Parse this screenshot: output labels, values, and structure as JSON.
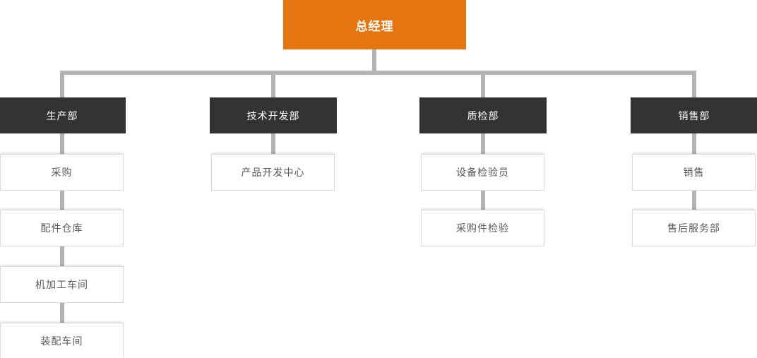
{
  "chart": {
    "type": "org-chart",
    "root": {
      "label": "总经理"
    },
    "departments": [
      {
        "label": "生产部",
        "children": [
          "采购",
          "配件仓库",
          "机加工车间",
          "装配车间"
        ]
      },
      {
        "label": "技术开发部",
        "children": [
          "产品开发中心"
        ]
      },
      {
        "label": "质检部",
        "children": [
          "设备检验员",
          "采购件检验"
        ]
      },
      {
        "label": "销售部",
        "children": [
          "销售",
          "售后服务部"
        ]
      }
    ],
    "colors": {
      "root_bg": "#e5750e",
      "root_text": "#ffffff",
      "dept_bg": "#333333",
      "dept_text": "#ffffff",
      "connector": "#b3b3b3",
      "child_bg": "#ffffff",
      "child_border": "#d9d9d9",
      "child_text": "#595959",
      "background": "#ffffff"
    }
  }
}
